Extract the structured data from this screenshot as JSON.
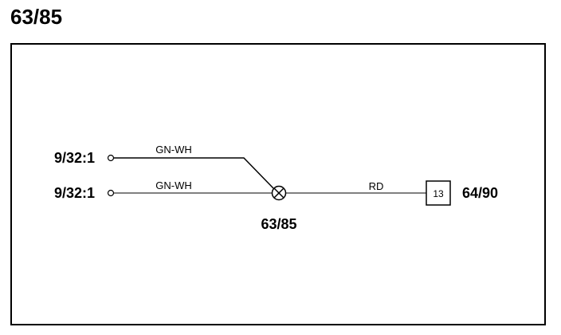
{
  "page": {
    "title": "63/85"
  },
  "diagram": {
    "sources": [
      {
        "label": "9/32:1",
        "wire": "GN-WH"
      },
      {
        "label": "9/32:1",
        "wire": "GN-WH"
      }
    ],
    "splice": {
      "label": "63/85"
    },
    "output_wire": "RD",
    "connector": {
      "pin": "13",
      "label": "64/90"
    }
  }
}
